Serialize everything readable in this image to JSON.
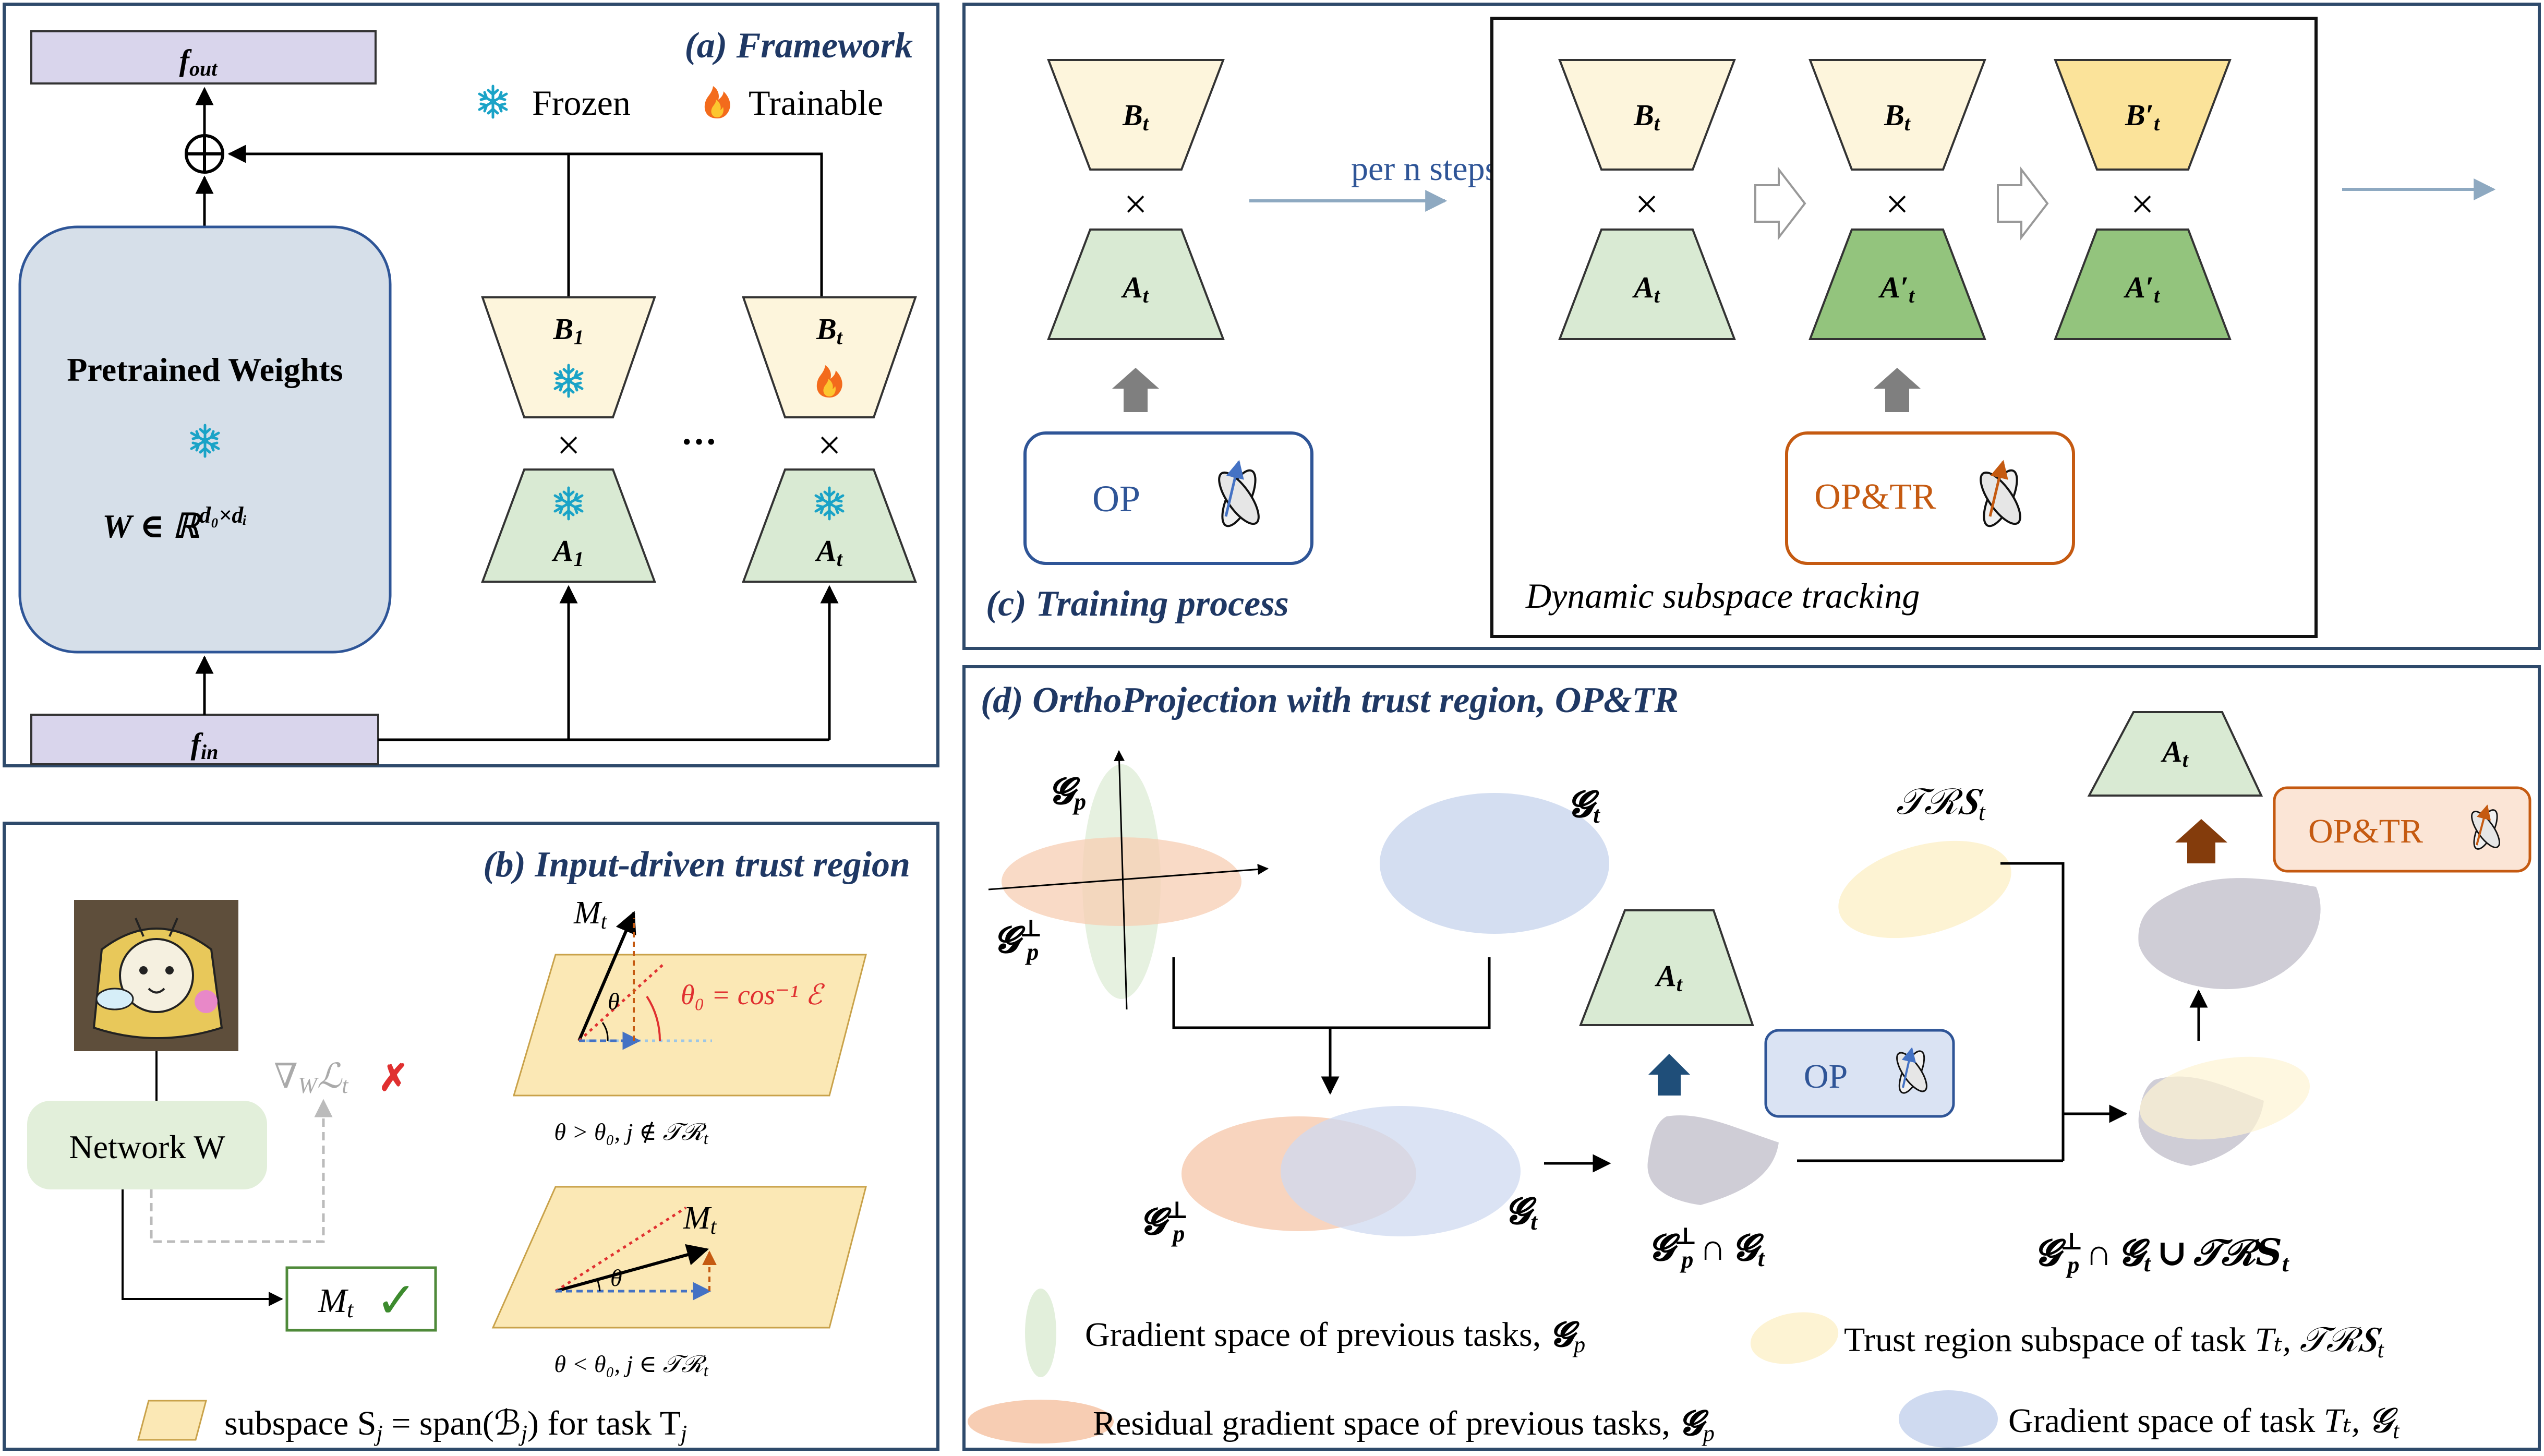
{
  "panel_a": {
    "title": "(a) Framework",
    "f_out": "f",
    "f_out_sub": "out",
    "f_in": "f",
    "f_in_sub": "in",
    "frozen_label": "Frozen",
    "trainable_label": "Trainable",
    "pretrained_title": "Pretrained Weights",
    "pretrained_formula": "W ∈ ℝ",
    "pretrained_formula_sup": "d₀×dᵢ",
    "b1": "B",
    "b1_sub": "1",
    "a1": "A",
    "a1_sub": "1",
    "bt": "B",
    "bt_sub": "t",
    "at": "A",
    "at_sub": "t",
    "times": "×",
    "ellipsis": "···",
    "oplus": "⊕"
  },
  "panel_b": {
    "title": "(b) Input-driven trust region",
    "grad_label": "∇",
    "grad_sub": "W",
    "grad_loss": "ℒ",
    "grad_loss_sub": "t",
    "network_label": "Network W",
    "mt_label": "M",
    "mt_sub": "t",
    "upper_mt": "M",
    "upper_mt_sub": "t",
    "upper_theta": "θ",
    "theta0_eq": "θ₀ = cos⁻¹ ℰ",
    "upper_caption": "θ > θ₀, j ∉ 𝒯ℛ",
    "upper_caption_sub": "t",
    "lower_mt": "M",
    "lower_mt_sub": "t",
    "lower_theta": "θ",
    "lower_caption": "θ < θ₀, j ∈ 𝒯ℛ",
    "lower_caption_sub": "t",
    "legend_text": "subspace S",
    "legend_sub_j": "j",
    "legend_text2": " = span(ℬ",
    "legend_text3": ") for task T",
    "check": "✓",
    "cross": "✗"
  },
  "panel_c": {
    "title": "(c) Training process",
    "b_t": "B",
    "t_sub": "t",
    "a_t": "A",
    "b_prime": "B′",
    "a_prime": "A′",
    "per_n_steps": "per n steps",
    "op_label": "OP",
    "optr_label": "OP&TR",
    "tracking_label": "Dynamic subspace tracking",
    "times": "×"
  },
  "panel_d": {
    "title": "(d) OrthoProjection with trust region, OP&TR",
    "g_p": "𝓖",
    "p_sub": "p",
    "perp": "⊥",
    "g_t": "𝓖",
    "t_sub": "t",
    "a_t": "A",
    "op_label": "OP",
    "optr_label": "OP&TR",
    "trs": "𝒯ℛ𝑺",
    "cap_intersect": "∩",
    "cap_union": "∪",
    "legend": [
      {
        "text": "Gradient space of previous tasks, ",
        "sym": "𝓖",
        "sub": "p",
        "color": "#e2efdb"
      },
      {
        "text": "Trust region subspace of task ",
        "sym": "Tₜ, 𝒯ℛ𝑺",
        "sub": "t",
        "color": "#fdf3d3"
      },
      {
        "text": "Residual gradient space of previous tasks, ",
        "sym": "𝓖",
        "sub": "p",
        "color": "#f7cdb3"
      },
      {
        "text": "Gradient space of task ",
        "sym": "Tₜ, 𝓖",
        "sub": "t",
        "color": "#cfdaf0"
      }
    ]
  },
  "colors": {
    "frame": "#2e4a6b",
    "title": "#1f3864",
    "lora_b": "#fdf5dc",
    "lora_b_prime": "#fbe39a",
    "lora_a": "#d9ead3",
    "lora_a_prime": "#93c47d",
    "pretrained": "#d6dfe9",
    "feature_box": "#d9d5ec",
    "network": "#e2efda",
    "op_blue": "#2f5597",
    "optr_orange": "#c55a11",
    "subspace_yellow": "#fbe8b5"
  }
}
